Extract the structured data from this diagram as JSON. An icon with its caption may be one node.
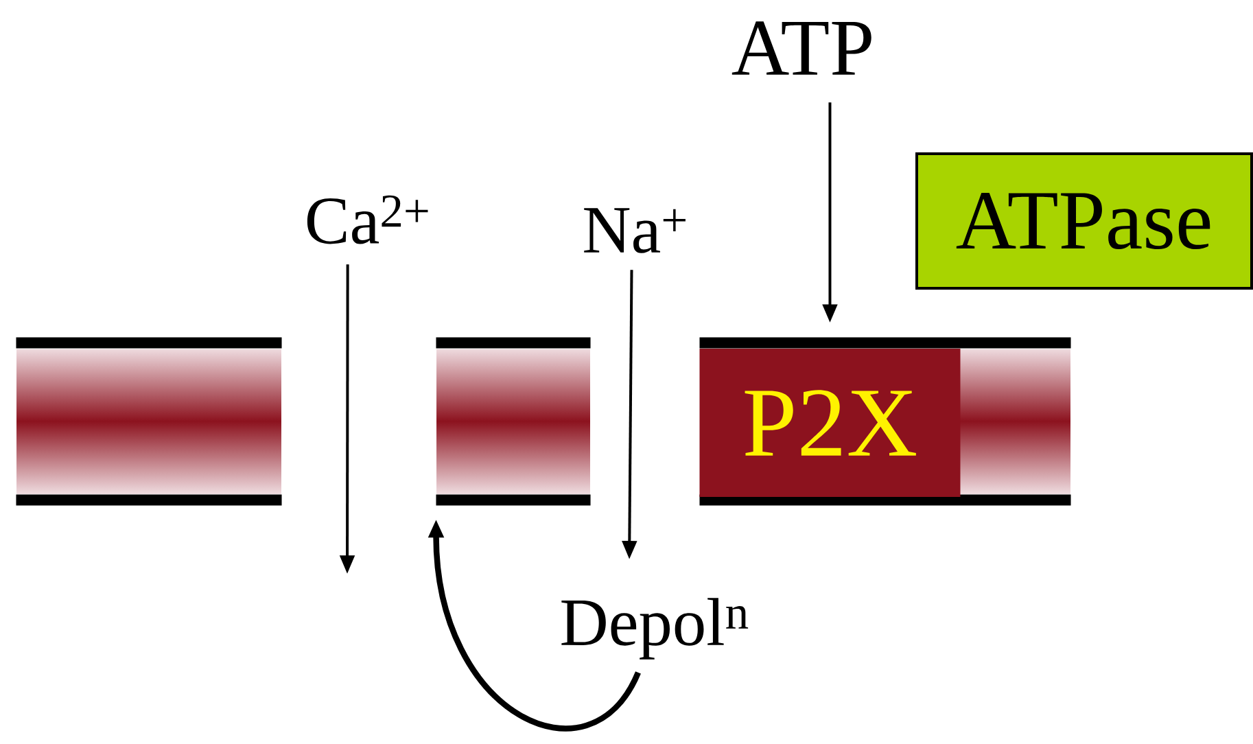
{
  "diagram": {
    "nodes": [
      {
        "text": [
          "ATP"
        ]
      },
      {
        "text": [
          "ATPase"
        ]
      },
      {
        "text": [
          "Ca$^{2+}$"
        ]
      },
      {
        "text": [
          "Na$^{+}$"
        ]
      },
      {
        "text": [],
        "shape": "bar"
      },
      {
        "text": [],
        "shape": "bar"
      },
      {
        "text": [],
        "shape": "bar"
      },
      {
        "text": [
          "P2X"
        ],
        "in": 6
      },
      {
        "text": [
          "Depol$^{n}$"
        ]
      }
    ],
    "edges": [
      {
        "from": 0,
        "to": 7,
        "arrow": "to"
      },
      {
        "from": 2,
        "to": null,
        "arrow": "to"
      },
      {
        "from": 3,
        "to": 8,
        "arrow": "to"
      },
      {
        "from": 8,
        "to": 5,
        "arrow": "to",
        "style": "thick"
      }
    ]
  }
}
